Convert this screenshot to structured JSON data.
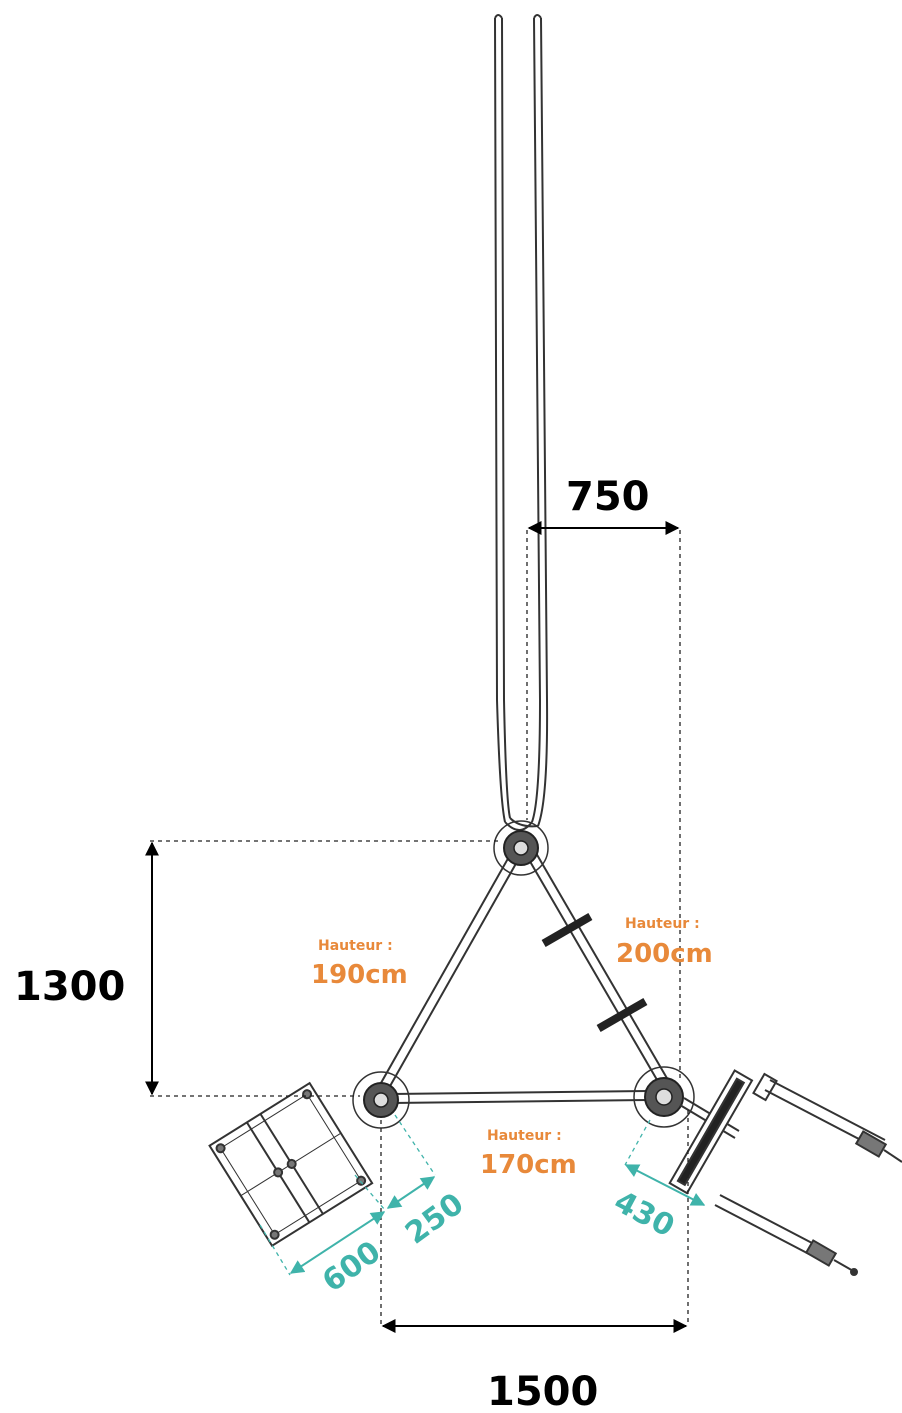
{
  "dimensions": {
    "top_width": "750",
    "height_left": "1300",
    "base_width": "1500",
    "module_length": "600",
    "module_offset": "250",
    "right_offset": "430"
  },
  "heights": [
    {
      "label": "Hauteur :",
      "value": "190cm"
    },
    {
      "label": "Hauteur :",
      "value": "200cm"
    },
    {
      "label": "Hauteur :",
      "value": "170cm"
    }
  ],
  "colors": {
    "structure": "#333333",
    "dimension_black": "#000000",
    "dimension_teal": "#3fb3aa",
    "height_orange": "#e8893a"
  }
}
